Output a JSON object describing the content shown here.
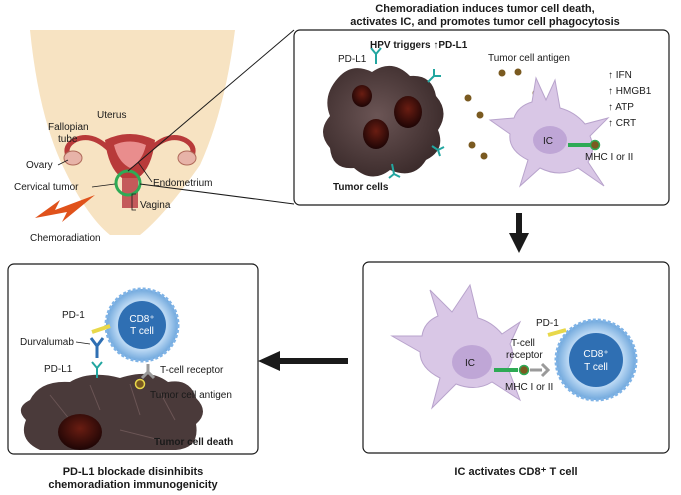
{
  "anatomy": {
    "fallopian_tube": "Fallopian tube",
    "fallopian_tube_l1": "Fallopian",
    "fallopian_tube_l2": "tube",
    "uterus": "Uterus",
    "ovary": "Ovary",
    "endometrium": "Endometrium",
    "cervical_tumor": "Cervical tumor",
    "vagina": "Vagina",
    "chemoradiation": "Chemoradiation"
  },
  "panel1": {
    "title_line1": "Chemoradiation induces tumor cell death,",
    "title_line2": "activates IC, and promotes tumor cell phagocytosis",
    "hpv": "HPV triggers",
    "hpv_arrow": "↑",
    "hpv_target": "PD-L1",
    "pdl1": "PD-L1",
    "tumor_antigen": "Tumor cell antigen",
    "tumor_cells": "Tumor cells",
    "ic": "IC",
    "mhc": "MHC I or II",
    "markers": [
      "↑ IFN",
      "↑ HMGB1",
      "↑ ATP",
      "↑ CRT"
    ]
  },
  "panel2": {
    "caption": "IC activates CD8⁺ T cell",
    "ic": "IC",
    "pd1": "PD-1",
    "tcr_l1": "T-cell",
    "tcr_l2": "receptor",
    "mhc": "MHC I or II",
    "cd8_l1": "CD8⁺",
    "cd8_l2": "T cell"
  },
  "panel3": {
    "caption_line1": "PD-L1 blockade disinhibits",
    "caption_line2": "chemoradiation immunogenicity",
    "pd1": "PD-1",
    "durvalumab": "Durvalumab",
    "pdl1": "PD-L1",
    "tcr": "T-cell receptor",
    "tumor_antigen": "Tumor cell antigen",
    "tumor_death": "Tumor cell death",
    "cd8_l1": "CD8⁺",
    "cd8_l2": "T cell"
  },
  "colors": {
    "skin": "#f7e3c2",
    "uterus": "#b83a3a",
    "ic_fill": "#d9c7e6",
    "tcell_fill": "#a8cbee",
    "tcell_core": "#2f6fb3",
    "tumor_fill": "#4a3a3a",
    "antigen": "#7a5a20",
    "receptor_teal": "#22a6a0",
    "pd1_yellow": "#e8d84a",
    "mhc_green": "#2eaa55",
    "arrow": "#1a1a1a",
    "lightning": "#e0521b"
  }
}
